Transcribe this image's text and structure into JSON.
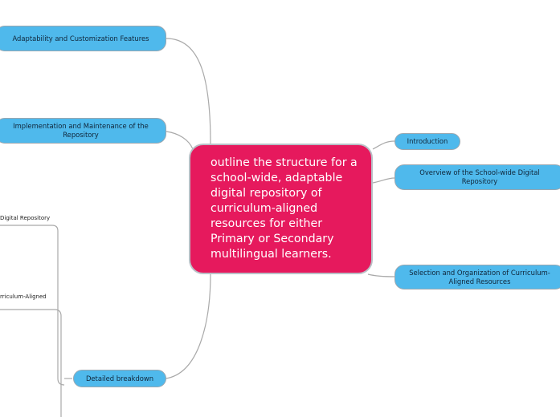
{
  "central": {
    "text": "outline the structure for a school-wide, adaptable digital repository of curriculum-aligned resources for either Primary or Secondary multilingual learners."
  },
  "left_topics": [
    {
      "label": "Adaptability and Customization Features"
    },
    {
      "label": "Implementation and Maintenance of the Repository"
    },
    {
      "label": "Detailed breakdown"
    }
  ],
  "right_topics": [
    {
      "label": "Introduction"
    },
    {
      "label": "Overview of the School-wide Digital Repository"
    },
    {
      "label": "Selection and Organization of Curriculum-Aligned Resources"
    }
  ],
  "subtopics": [
    {
      "label": "Digital Repository"
    },
    {
      "label": "rriculum-Aligned"
    }
  ],
  "colors": {
    "central_fill": "#e6195d",
    "topic_fill": "#4fb9ec",
    "connector": "#a9a9a9"
  }
}
